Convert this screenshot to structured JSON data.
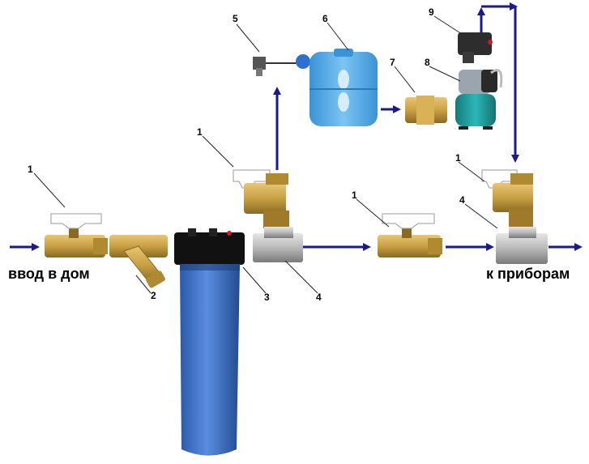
{
  "labels": {
    "entry": "ввод в дом",
    "to_devices": "к приборам"
  },
  "numbers": {
    "n1": "1",
    "n2": "2",
    "n3": "3",
    "n4": "4",
    "n5": "5",
    "n6": "6",
    "n7": "7",
    "n8": "8",
    "n9": "9"
  },
  "colors": {
    "arrow": "#1a1a8c",
    "filter_blue": "#3a6fc4",
    "tank_blue": "#4fa8e8",
    "brass": "#c9a043",
    "steel": "#b8b8b8",
    "pump_teal": "#1e9c9c",
    "valve_handle": "#ffffff"
  }
}
